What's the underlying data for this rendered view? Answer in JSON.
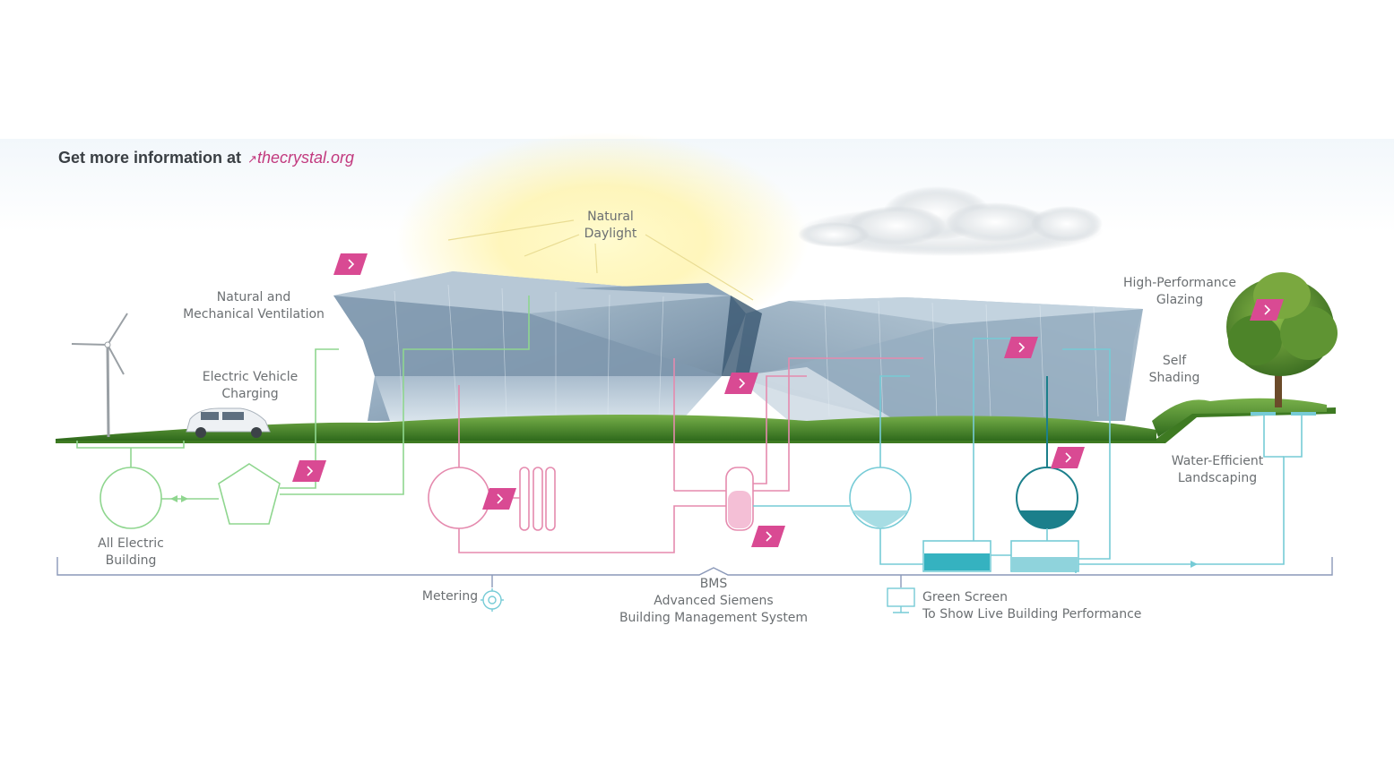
{
  "header": {
    "prefix": "Get more information at",
    "link_arrow": "↗",
    "link_text": "thecrystal.org"
  },
  "labels": {
    "natural_daylight": [
      "Natural",
      "Daylight"
    ],
    "ventilation": [
      "Natural and",
      "Mechanical Ventilation"
    ],
    "ev_charging": [
      "Electric Vehicle",
      "Charging"
    ],
    "glazing": [
      "High-Performance",
      "Glazing"
    ],
    "self_shading": [
      "Self",
      "Shading"
    ],
    "water_landscaping": [
      "Water-Efficient",
      "Landscaping"
    ],
    "all_electric": [
      "All Electric",
      "Building"
    ],
    "metering": "Metering",
    "bms": [
      "BMS",
      "Advanced Siemens",
      "Building Management System"
    ],
    "green_screen": [
      "Green Screen",
      "To Show Live Building Performance"
    ]
  },
  "hotspot_icon": "chevron-right-icon",
  "colors": {
    "accent_link": "#c2397e",
    "hotspot": "#d94a93",
    "electric_line": "#8fd68f",
    "heat_line": "#e58aae",
    "water_line": "#76cbd6",
    "water_fill": "#2aa5b3",
    "bms_line": "#8a98b8",
    "grass": "#4f8a2a",
    "glass": "#8da7bd",
    "sun": "#fff3a6"
  }
}
